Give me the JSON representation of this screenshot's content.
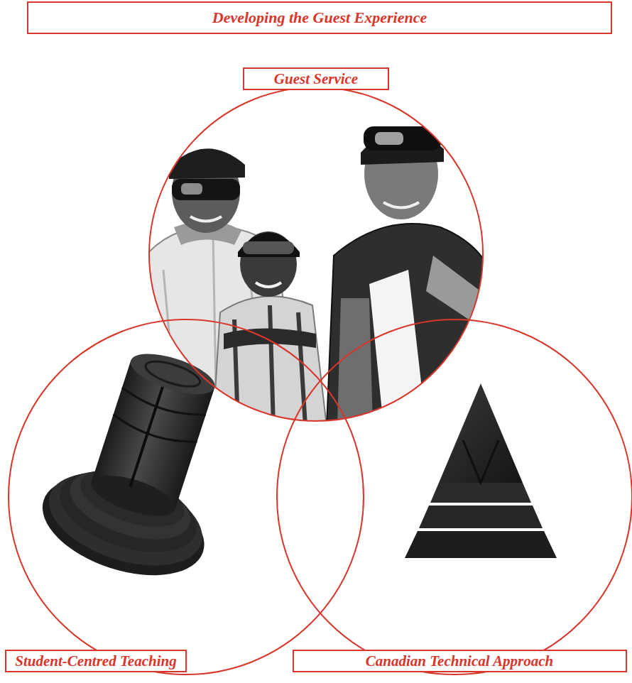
{
  "diagram": {
    "title": "Developing the Guest Experience",
    "nodes": [
      {
        "text": [
          "Guest Service"
        ]
      },
      {
        "text": [
          "Student-Centred Teaching"
        ]
      },
      {
        "text": [
          "Canadian Technical Approach"
        ]
      }
    ]
  }
}
